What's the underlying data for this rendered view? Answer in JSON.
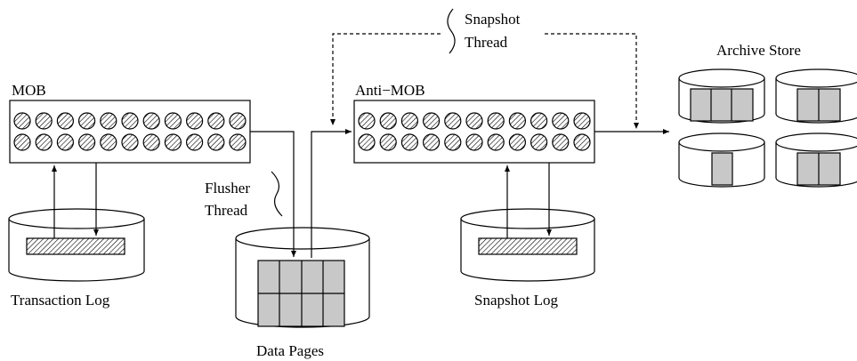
{
  "labels": {
    "mob": "MOB",
    "anti_mob": "Anti−MOB",
    "archive_store": "Archive Store",
    "snapshot_thread_1": "Snapshot",
    "snapshot_thread_2": "Thread",
    "flusher_thread_1": "Flusher",
    "flusher_thread_2": "Thread",
    "transaction_log": "Transaction Log",
    "data_pages": "Data Pages",
    "snapshot_log": "Snapshot Log"
  },
  "colors": {
    "stroke": "#000000",
    "page_fill": "#c8c8c8",
    "hatch": "#000000"
  }
}
